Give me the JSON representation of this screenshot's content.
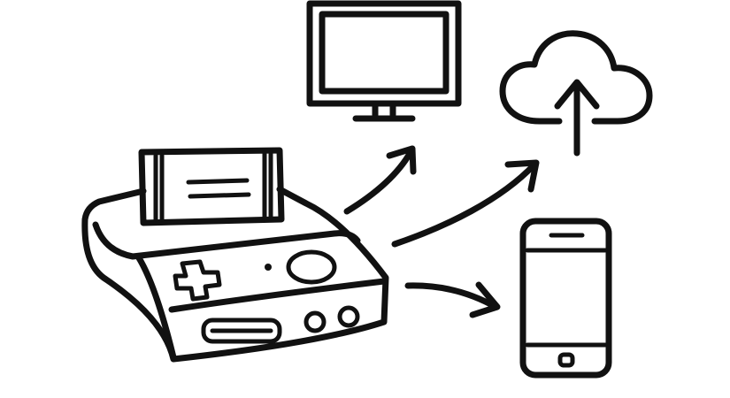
{
  "colors": {
    "background": "#ffffff",
    "ink": "#111111"
  },
  "icons": {
    "source": "game-console-with-cartridge-icon",
    "targets": [
      "monitor-icon",
      "cloud-upload-icon",
      "smartphone-icon"
    ],
    "connectors": [
      "arrow-to-monitor",
      "arrow-to-cloud",
      "arrow-to-smartphone"
    ]
  }
}
